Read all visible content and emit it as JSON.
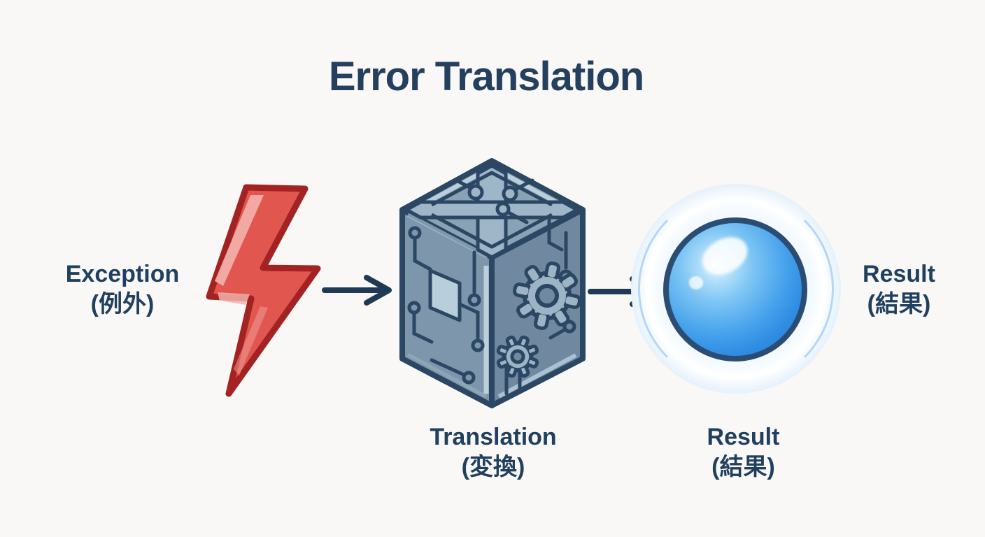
{
  "title": "Error Translation",
  "flow": {
    "exception": {
      "label": "Exception",
      "gloss": "(例外)"
    },
    "translation": {
      "label": "Translation",
      "gloss": "(変換)"
    },
    "result": {
      "label": "Result",
      "gloss": "(結果)"
    },
    "result_side": {
      "label": "Result",
      "gloss": "(結果)"
    }
  },
  "icons": {
    "exception": "lightning-bolt-icon",
    "translation": "circuit-cube-icon",
    "result": "glowing-orb-icon",
    "connector": "arrow-right-icon"
  },
  "colors": {
    "background": "#f9f8f6",
    "text_navy": "#21405f",
    "bolt_fill": "#e15750",
    "bolt_outline": "#a32222",
    "bolt_highlight": "#f5b3ac",
    "arrow": "#1f3a55",
    "cube_face_top": "#8aa2b5",
    "cube_face_left": "#7e96ab",
    "cube_face_right": "#7189a0",
    "cube_line": "#2b4764",
    "cube_chip_light": "#b9cedb",
    "orb_ring": "#2b4d74",
    "orb_blue": "#2f8de4",
    "halo_blue": "#abd5f5"
  }
}
